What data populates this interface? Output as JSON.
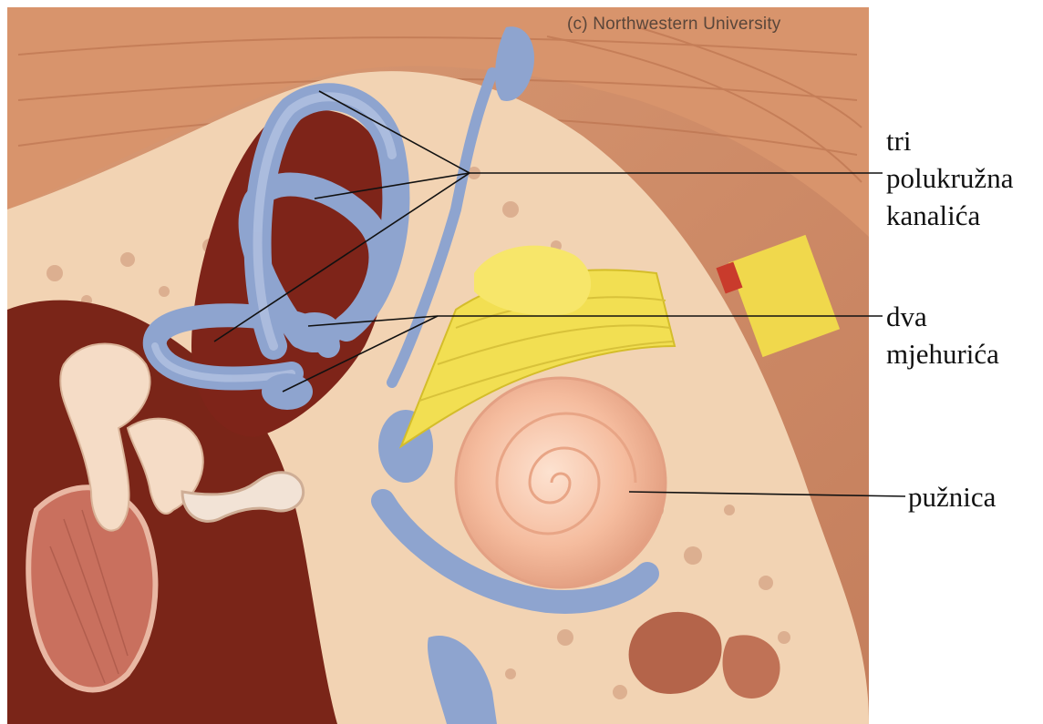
{
  "copyright": "(c) Northwestern University",
  "labels": {
    "canals_line1": "tri",
    "canals_line2": "polukružna",
    "canals_line3": "kanalića",
    "vesicles_line1": "dva",
    "vesicles_line2": "mjehurića",
    "cochlea": "pužnica"
  },
  "colors": {
    "bone": "#f2d3b3",
    "muscle": "#c8836a",
    "cavity": "#7a2518",
    "labyrinth": "#8ea4cf",
    "cochlea": "#f3b89b",
    "nerve": "#f2df52",
    "pointer_lines": "#111111"
  }
}
